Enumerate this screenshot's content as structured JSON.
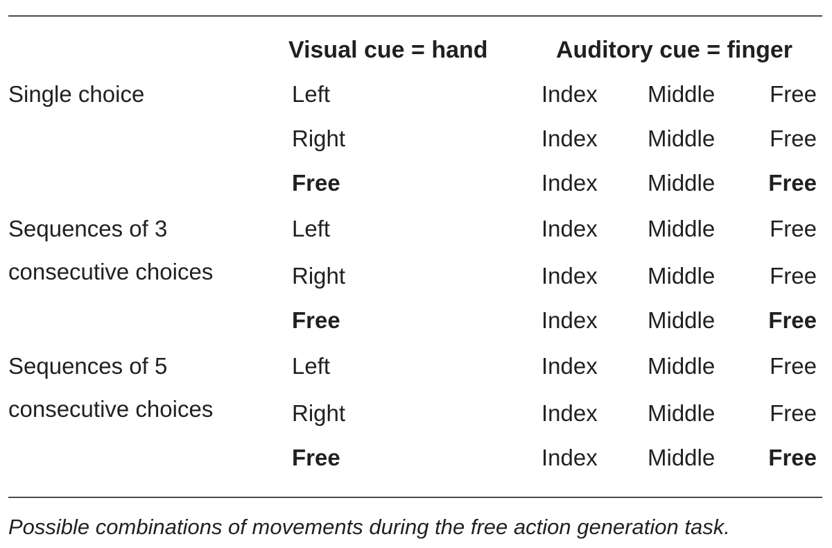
{
  "table": {
    "headers": {
      "visual": "Visual cue = hand",
      "auditory": "Auditory cue = finger"
    },
    "groups": [
      {
        "label_lines": [
          "Single choice"
        ],
        "rows": [
          {
            "hand": "Left",
            "hand_bold": false,
            "fingers": [
              "Index",
              "Middle",
              "Free"
            ],
            "free_bold": false
          },
          {
            "hand": "Right",
            "hand_bold": false,
            "fingers": [
              "Index",
              "Middle",
              "Free"
            ],
            "free_bold": false
          },
          {
            "hand": "Free",
            "hand_bold": true,
            "fingers": [
              "Index",
              "Middle",
              "Free"
            ],
            "free_bold": true
          }
        ]
      },
      {
        "label_lines": [
          "Sequences of 3",
          "consecutive choices"
        ],
        "rows": [
          {
            "hand": "Left",
            "hand_bold": false,
            "fingers": [
              "Index",
              "Middle",
              "Free"
            ],
            "free_bold": false
          },
          {
            "hand": "Right",
            "hand_bold": false,
            "fingers": [
              "Index",
              "Middle",
              "Free"
            ],
            "free_bold": false
          },
          {
            "hand": "Free",
            "hand_bold": true,
            "fingers": [
              "Index",
              "Middle",
              "Free"
            ],
            "free_bold": true
          }
        ]
      },
      {
        "label_lines": [
          "Sequences of 5",
          "consecutive choices"
        ],
        "rows": [
          {
            "hand": "Left",
            "hand_bold": false,
            "fingers": [
              "Index",
              "Middle",
              "Free"
            ],
            "free_bold": false
          },
          {
            "hand": "Right",
            "hand_bold": false,
            "fingers": [
              "Index",
              "Middle",
              "Free"
            ],
            "free_bold": false
          },
          {
            "hand": "Free",
            "hand_bold": true,
            "fingers": [
              "Index",
              "Middle",
              "Free"
            ],
            "free_bold": true
          }
        ]
      }
    ]
  },
  "caption": "Possible combinations of movements during the free action generation task."
}
